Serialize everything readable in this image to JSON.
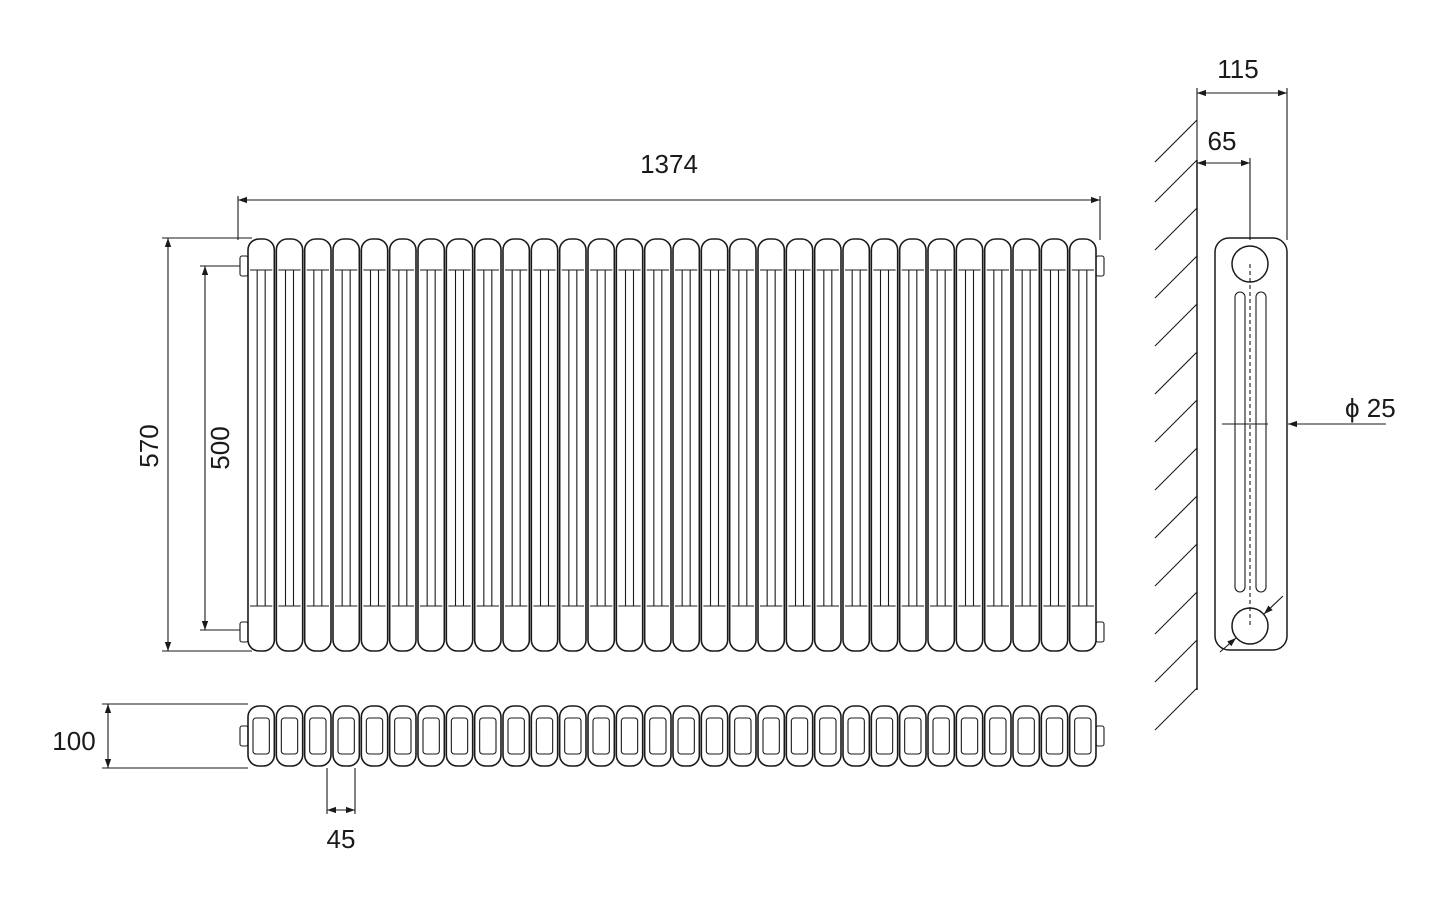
{
  "dimensions": {
    "width": "1374",
    "height": "570",
    "pipe_centres": "500",
    "depth": "100",
    "section_pitch": "45",
    "overall_depth": "115",
    "wall_to_centre": "65",
    "pipe_diameter": "ϕ 25"
  },
  "radiator": {
    "sections": 30
  },
  "colors": {
    "line": "#1a1a1a",
    "background": "#ffffff"
  }
}
